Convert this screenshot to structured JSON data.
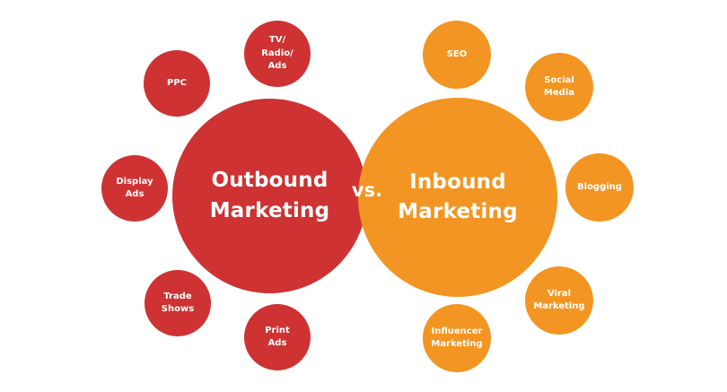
{
  "outbound": {
    "title": "Outbound\nMarketing",
    "color": "#ce3232",
    "items": [
      {
        "id": "tv",
        "label": "TV/\nRadio/\nAds"
      },
      {
        "id": "ppc",
        "label": "PPC"
      },
      {
        "id": "display",
        "label": "Display\nAds"
      },
      {
        "id": "trade",
        "label": "Trade\nShows"
      },
      {
        "id": "print",
        "label": "Print\nAds"
      }
    ]
  },
  "vs_label": "vs.",
  "inbound": {
    "title": "Inbound\nMarketing",
    "color": "#f39522",
    "items": [
      {
        "id": "seo",
        "label": "SEO"
      },
      {
        "id": "social",
        "label": "Social\nMedia"
      },
      {
        "id": "blogging",
        "label": "Blogging"
      },
      {
        "id": "viral",
        "label": "Viral\nMarketing"
      },
      {
        "id": "influencer",
        "label": "Influencer\nMarketing"
      }
    ]
  }
}
